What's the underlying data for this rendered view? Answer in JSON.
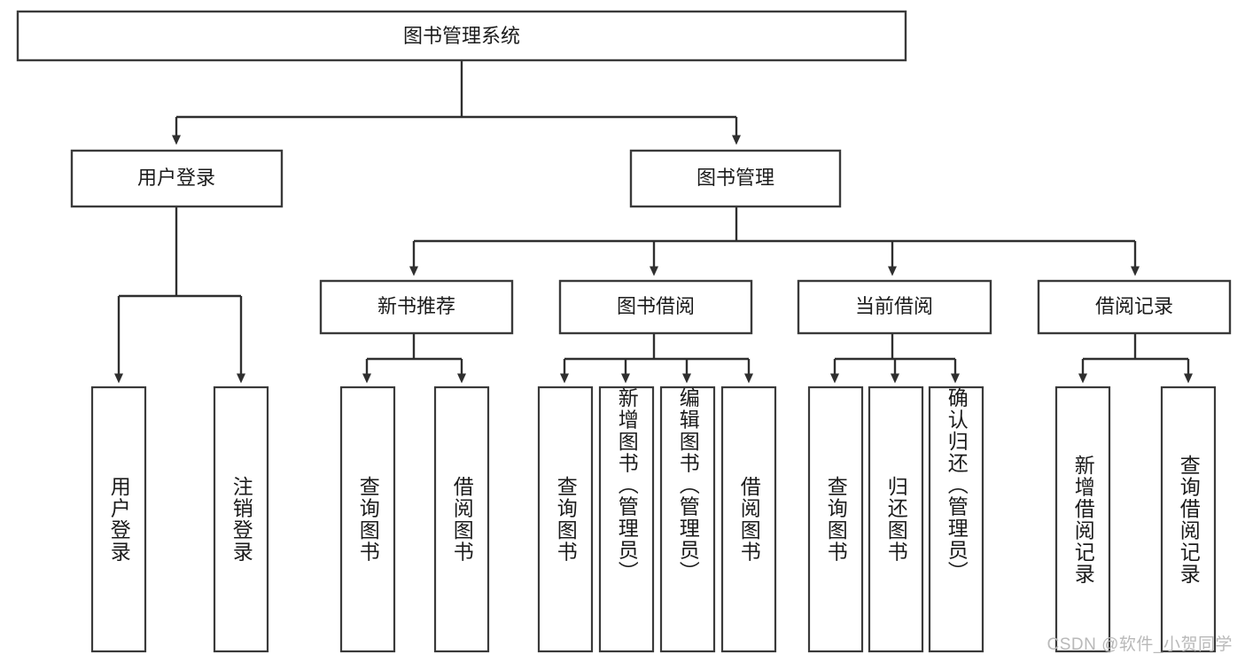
{
  "diagram": {
    "type": "tree",
    "title": "图书管理系统",
    "watermark": "CSDN @软件_小贺同学",
    "root": {
      "id": "root",
      "label": "图书管理系统"
    },
    "level2": [
      {
        "id": "user-login",
        "label": "用户登录"
      },
      {
        "id": "book-manage",
        "label": "图书管理"
      }
    ],
    "level3": [
      {
        "id": "new-book-recommend",
        "label": "新书推荐"
      },
      {
        "id": "book-borrow",
        "label": "图书借阅"
      },
      {
        "id": "current-borrow",
        "label": "当前借阅"
      },
      {
        "id": "borrow-record",
        "label": "借阅记录"
      }
    ],
    "leaves": {
      "user_login": [
        {
          "id": "leaf-user-login",
          "label": "用户登录"
        },
        {
          "id": "leaf-logout-login",
          "label": "注销登录"
        }
      ],
      "new_book_recommend": [
        {
          "id": "leaf-query-book-1",
          "label": "查询图书"
        },
        {
          "id": "leaf-borrow-book-1",
          "label": "借阅图书"
        }
      ],
      "book_borrow": [
        {
          "id": "leaf-query-book-2",
          "label": "查询图书"
        },
        {
          "id": "leaf-add-book",
          "label": "新增图书（管理员）"
        },
        {
          "id": "leaf-edit-book",
          "label": "编辑图书（管理员）"
        },
        {
          "id": "leaf-borrow-book-2",
          "label": "借阅图书"
        }
      ],
      "current_borrow": [
        {
          "id": "leaf-query-book-3",
          "label": "查询图书"
        },
        {
          "id": "leaf-return-book",
          "label": "归还图书"
        },
        {
          "id": "leaf-confirm-return",
          "label": "确认归还（管理员）"
        }
      ],
      "borrow_record": [
        {
          "id": "leaf-add-record",
          "label": "新增借阅记录"
        },
        {
          "id": "leaf-query-record",
          "label": "查询借阅记录"
        }
      ]
    },
    "colors": {
      "box_stroke": "#3a3a3a",
      "connector": "#2f2f2f",
      "text": "#1b1b1b",
      "background": "#ffffff",
      "watermark": "#b9b9b9"
    }
  }
}
